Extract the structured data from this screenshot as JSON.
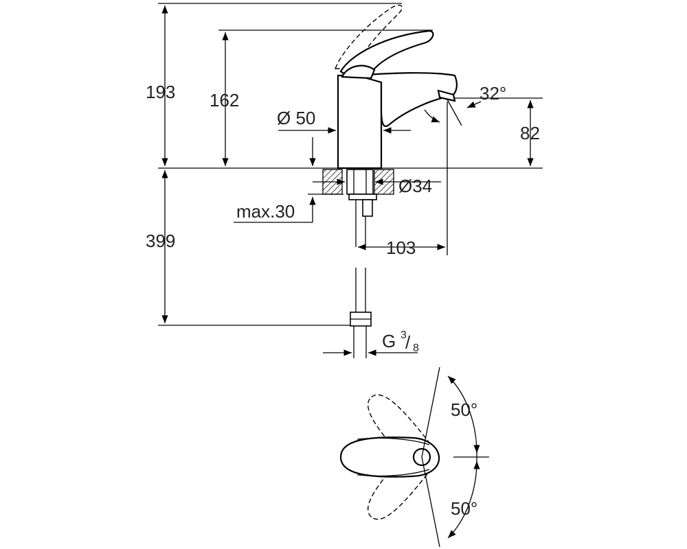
{
  "dimensions": {
    "total_height": "193",
    "handle_height": "162",
    "body_diameter": "Ø 50",
    "spout_height": "82",
    "spout_angle": "32°",
    "hole_diameter": "Ø34",
    "max_thickness": "max.30",
    "spout_reach": "103",
    "hose_length": "399",
    "thread_main": "G",
    "thread_num": "3",
    "thread_den": "8",
    "rotation_left": "50°",
    "rotation_right": "50°"
  }
}
